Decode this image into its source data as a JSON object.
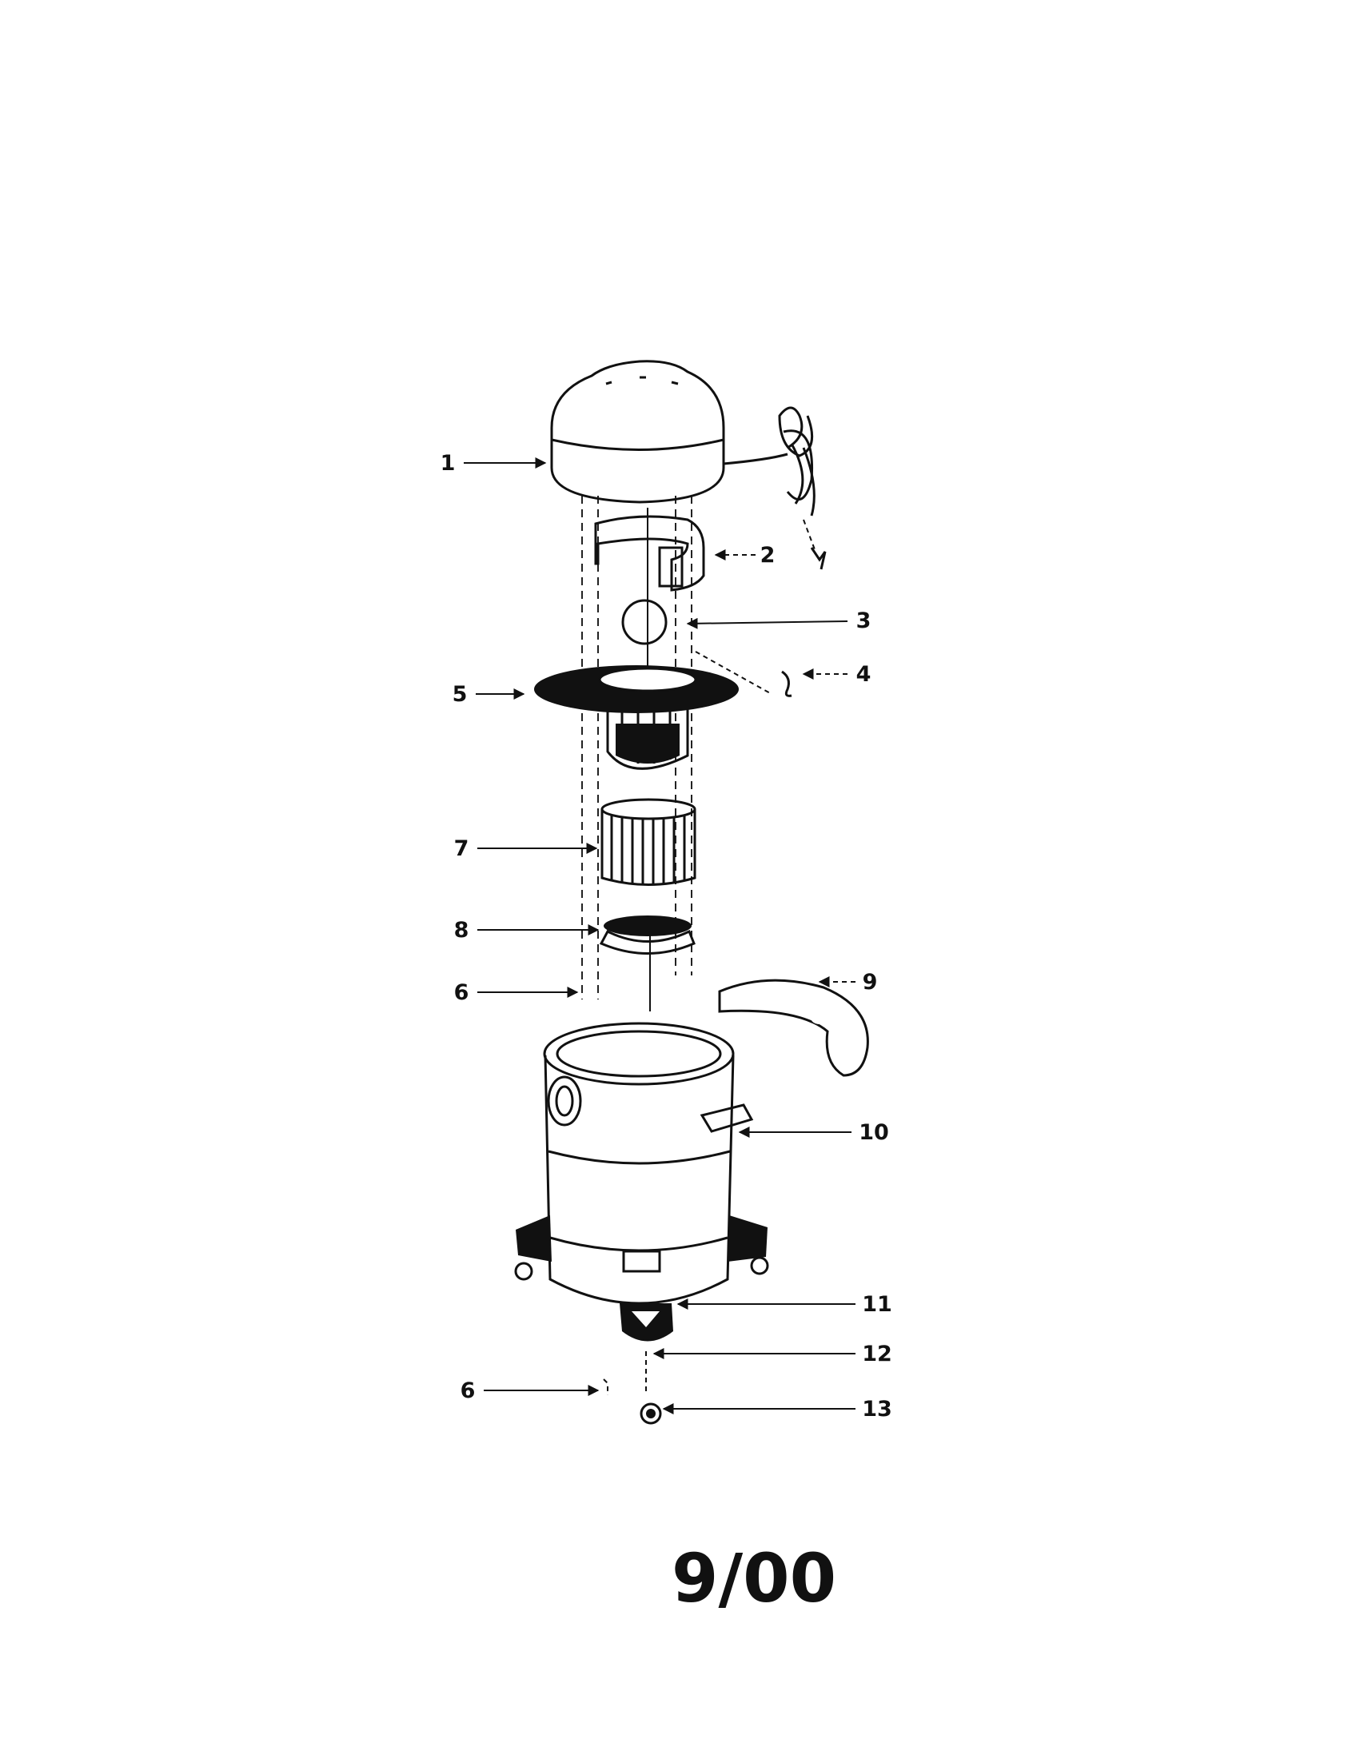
{
  "callouts": {
    "c1": "1",
    "c2": "2",
    "c3": "3",
    "c4": "4",
    "c5": "5",
    "c6a": "6",
    "c6b": "6",
    "c7": "7",
    "c8": "8",
    "c9": "9",
    "c10": "10",
    "c11": "11",
    "c12": "12",
    "c13": "13"
  },
  "page_date": "9/00",
  "colors": {
    "ink": "#111111",
    "paper": "#ffffff"
  }
}
